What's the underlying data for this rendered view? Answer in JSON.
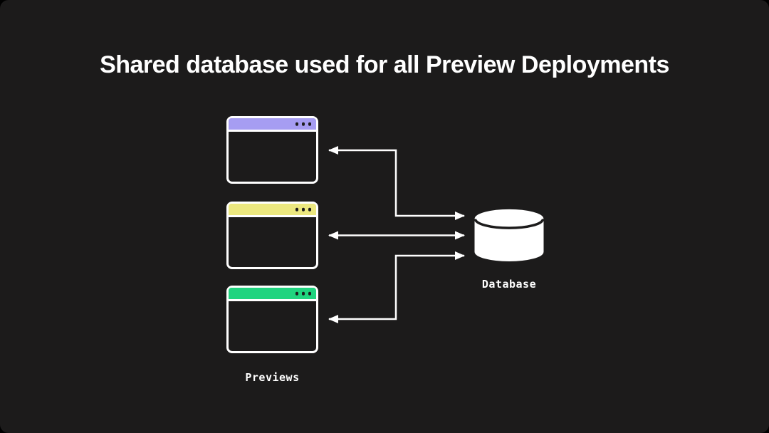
{
  "title": "Shared database used for all Preview Deployments",
  "colors": {
    "page_background": "#000000",
    "canvas_background": "#1c1b1b",
    "foreground": "#ffffff",
    "arrow_color": "#ffffff"
  },
  "diagram": {
    "previews": {
      "label": "Previews",
      "windows": [
        {
          "id": "preview-window-1",
          "titlebar_color": "#a69df2",
          "control_dots": 3
        },
        {
          "id": "preview-window-2",
          "titlebar_color": "#ece87f",
          "control_dots": 3
        },
        {
          "id": "preview-window-3",
          "titlebar_color": "#20d47f",
          "control_dots": 3
        }
      ]
    },
    "database": {
      "label": "Database",
      "icon": "database-cylinder-icon",
      "fill_color": "#ffffff"
    },
    "connections": [
      {
        "from": "preview-window-1",
        "to": "database",
        "shape": "elbow",
        "arrowheads": "both"
      },
      {
        "from": "preview-window-2",
        "to": "database",
        "shape": "straight",
        "arrowheads": "both"
      },
      {
        "from": "preview-window-3",
        "to": "database",
        "shape": "elbow",
        "arrowheads": "both"
      }
    ]
  }
}
